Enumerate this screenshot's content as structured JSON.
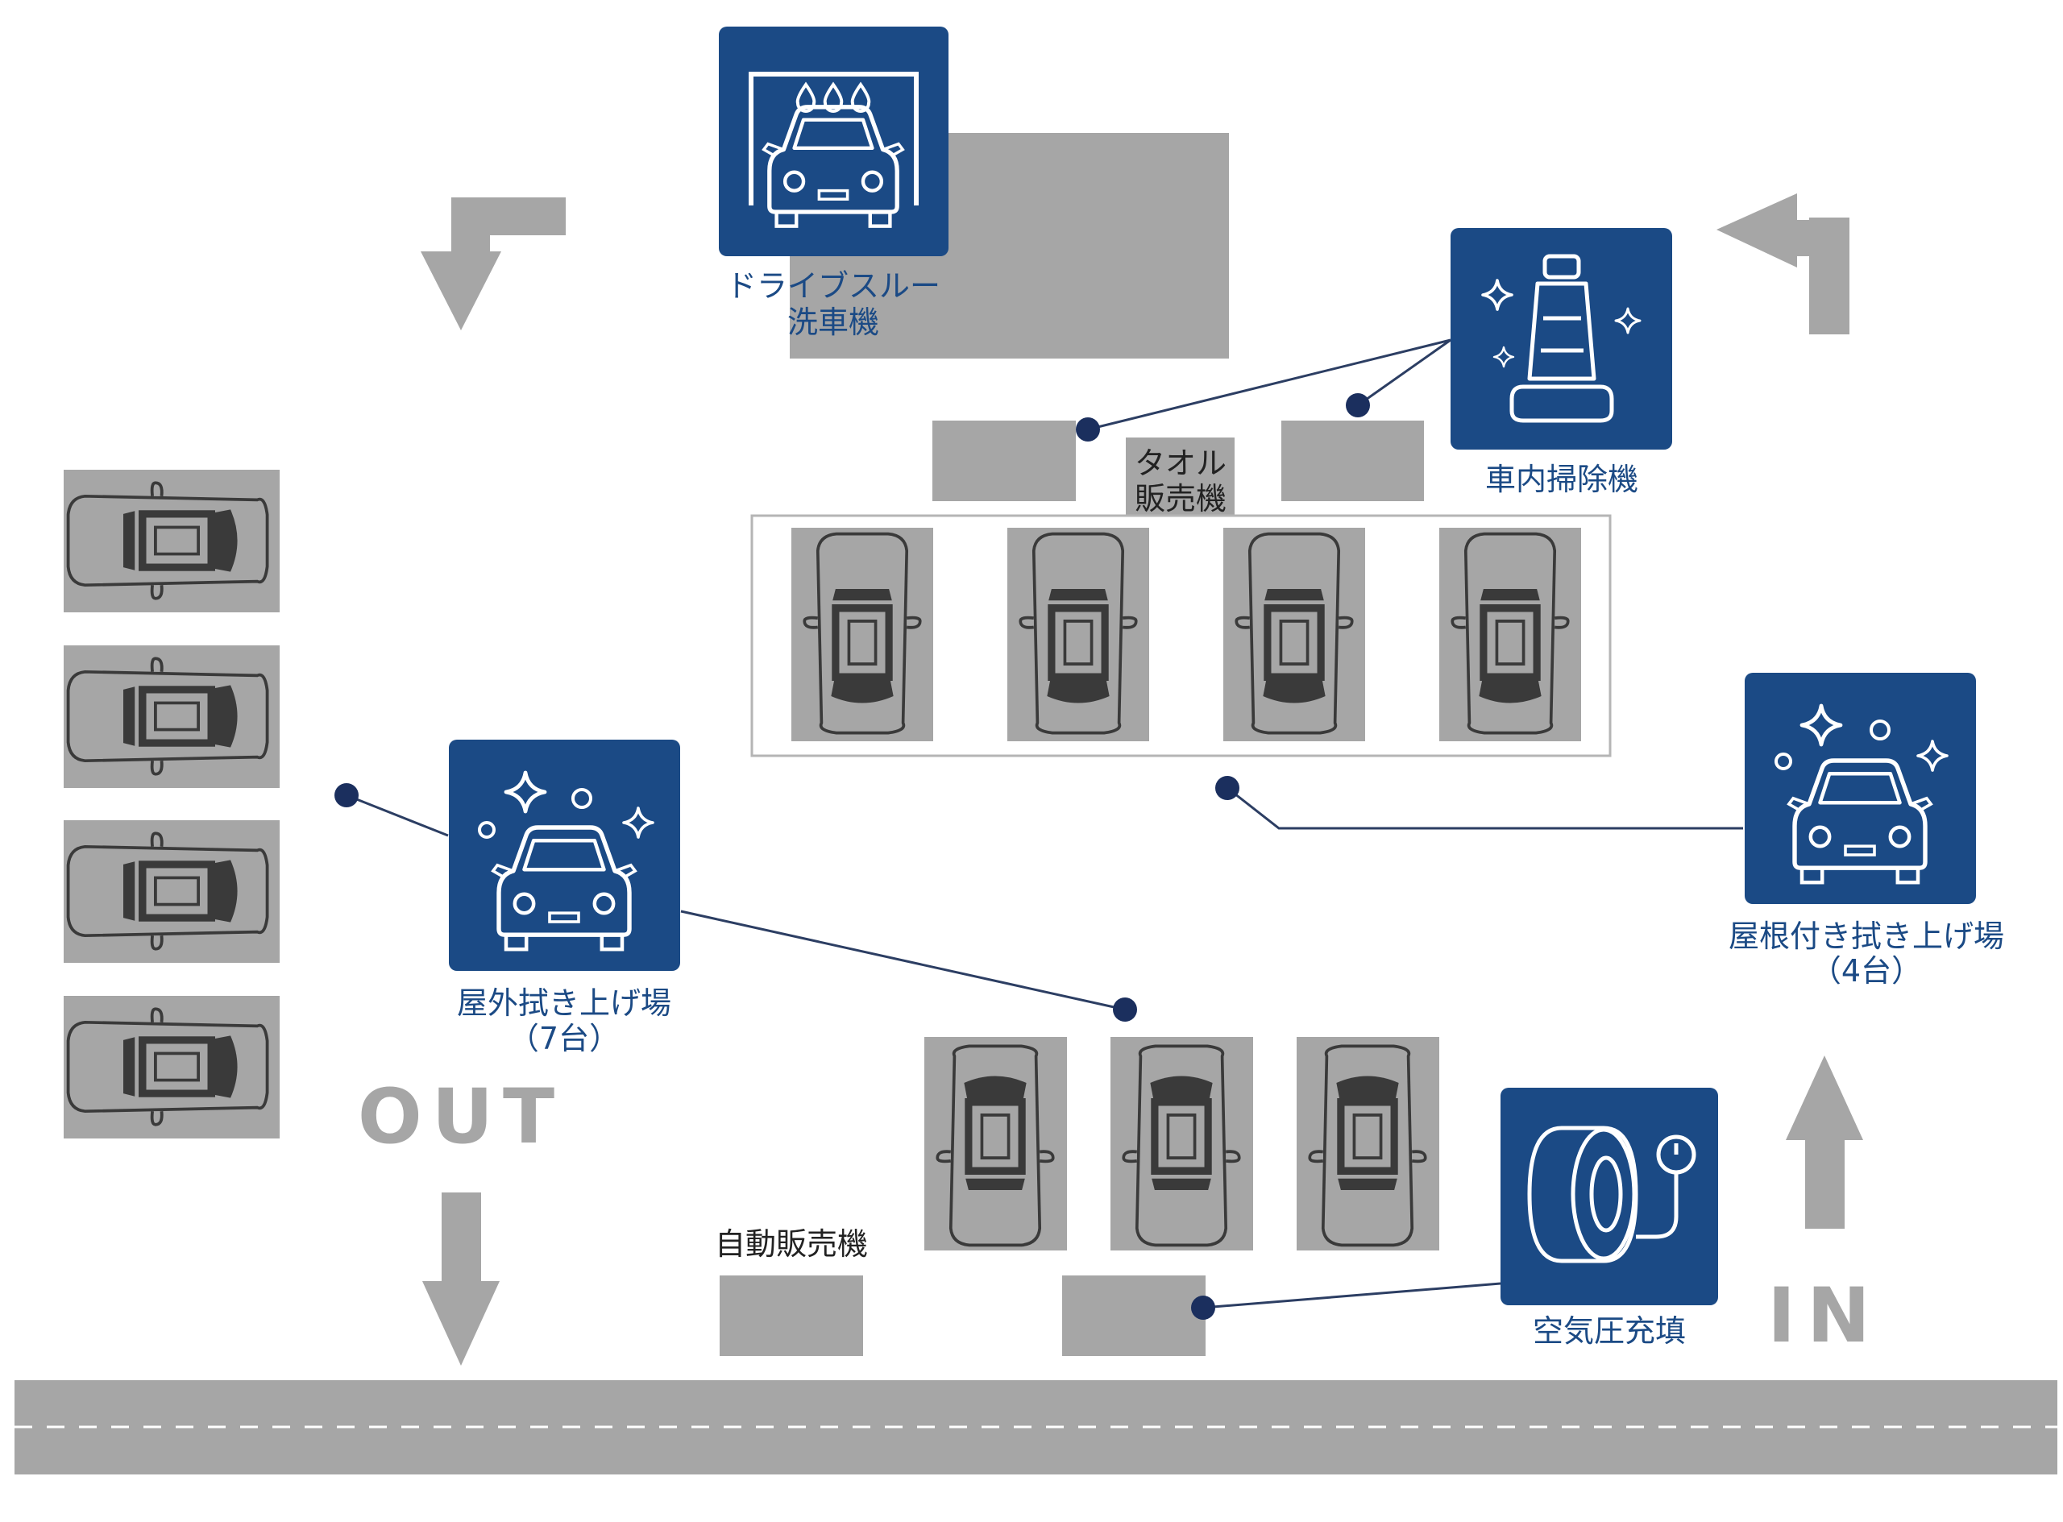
{
  "labels": {
    "drive_thru_wash": [
      "ドライブスルー",
      "洗車機"
    ],
    "towel_vending": [
      "タオル",
      "販売機"
    ],
    "interior_vacuum": "車内掃除機",
    "roofed_wiping": [
      "屋根付き拭き上げ場",
      "（4台）"
    ],
    "outdoor_wiping": [
      "屋外拭き上げ場",
      "（7台）"
    ],
    "vending_machine": "自動販売機",
    "air_pressure": "空気圧充填",
    "out": "OUT",
    "in": "IN"
  },
  "icons": {
    "drive_thru_wash": "car-wash-icon",
    "interior_vacuum": "car-seat-icon",
    "roofed_wiping": "sparkle-car-icon",
    "outdoor_wiping": "sparkle-car-icon",
    "air_pressure": "tire-gauge-icon"
  },
  "colors": {
    "accent": "#1b4a85",
    "connector": "#2c3e63",
    "area": "#a6a6a6",
    "road": "#a6a6a6",
    "outline": "#3a3a3a",
    "label_text": "#1b4a85"
  }
}
